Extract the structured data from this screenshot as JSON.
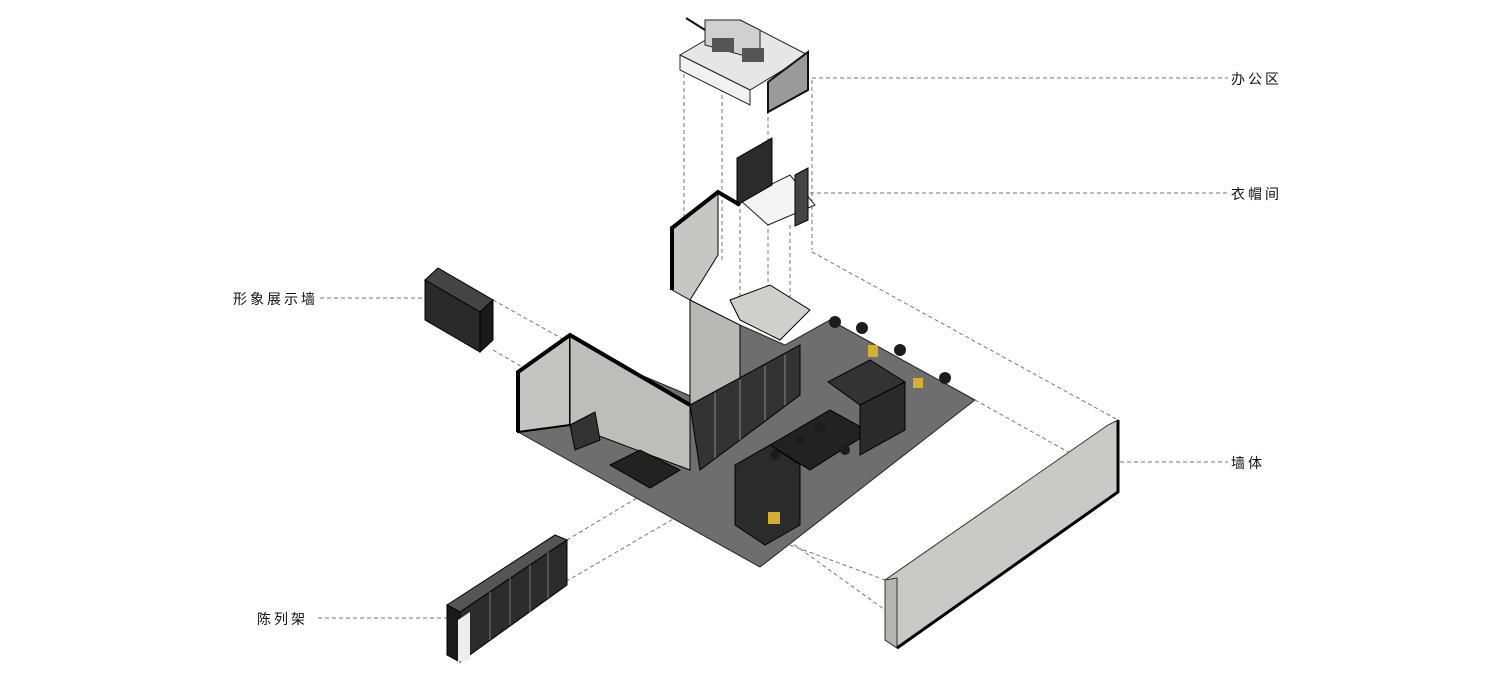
{
  "labels": {
    "office": "办公区",
    "cloakroom": "衣帽间",
    "image_wall": "形象展示墙",
    "wall": "墙体",
    "display_shelf": "陈列架"
  },
  "colors": {
    "floor": "#6e6e6e",
    "wall_concrete": "#c8c8c6",
    "furniture": "#2a2a2a",
    "line": "#111111",
    "leader": "#777777"
  }
}
